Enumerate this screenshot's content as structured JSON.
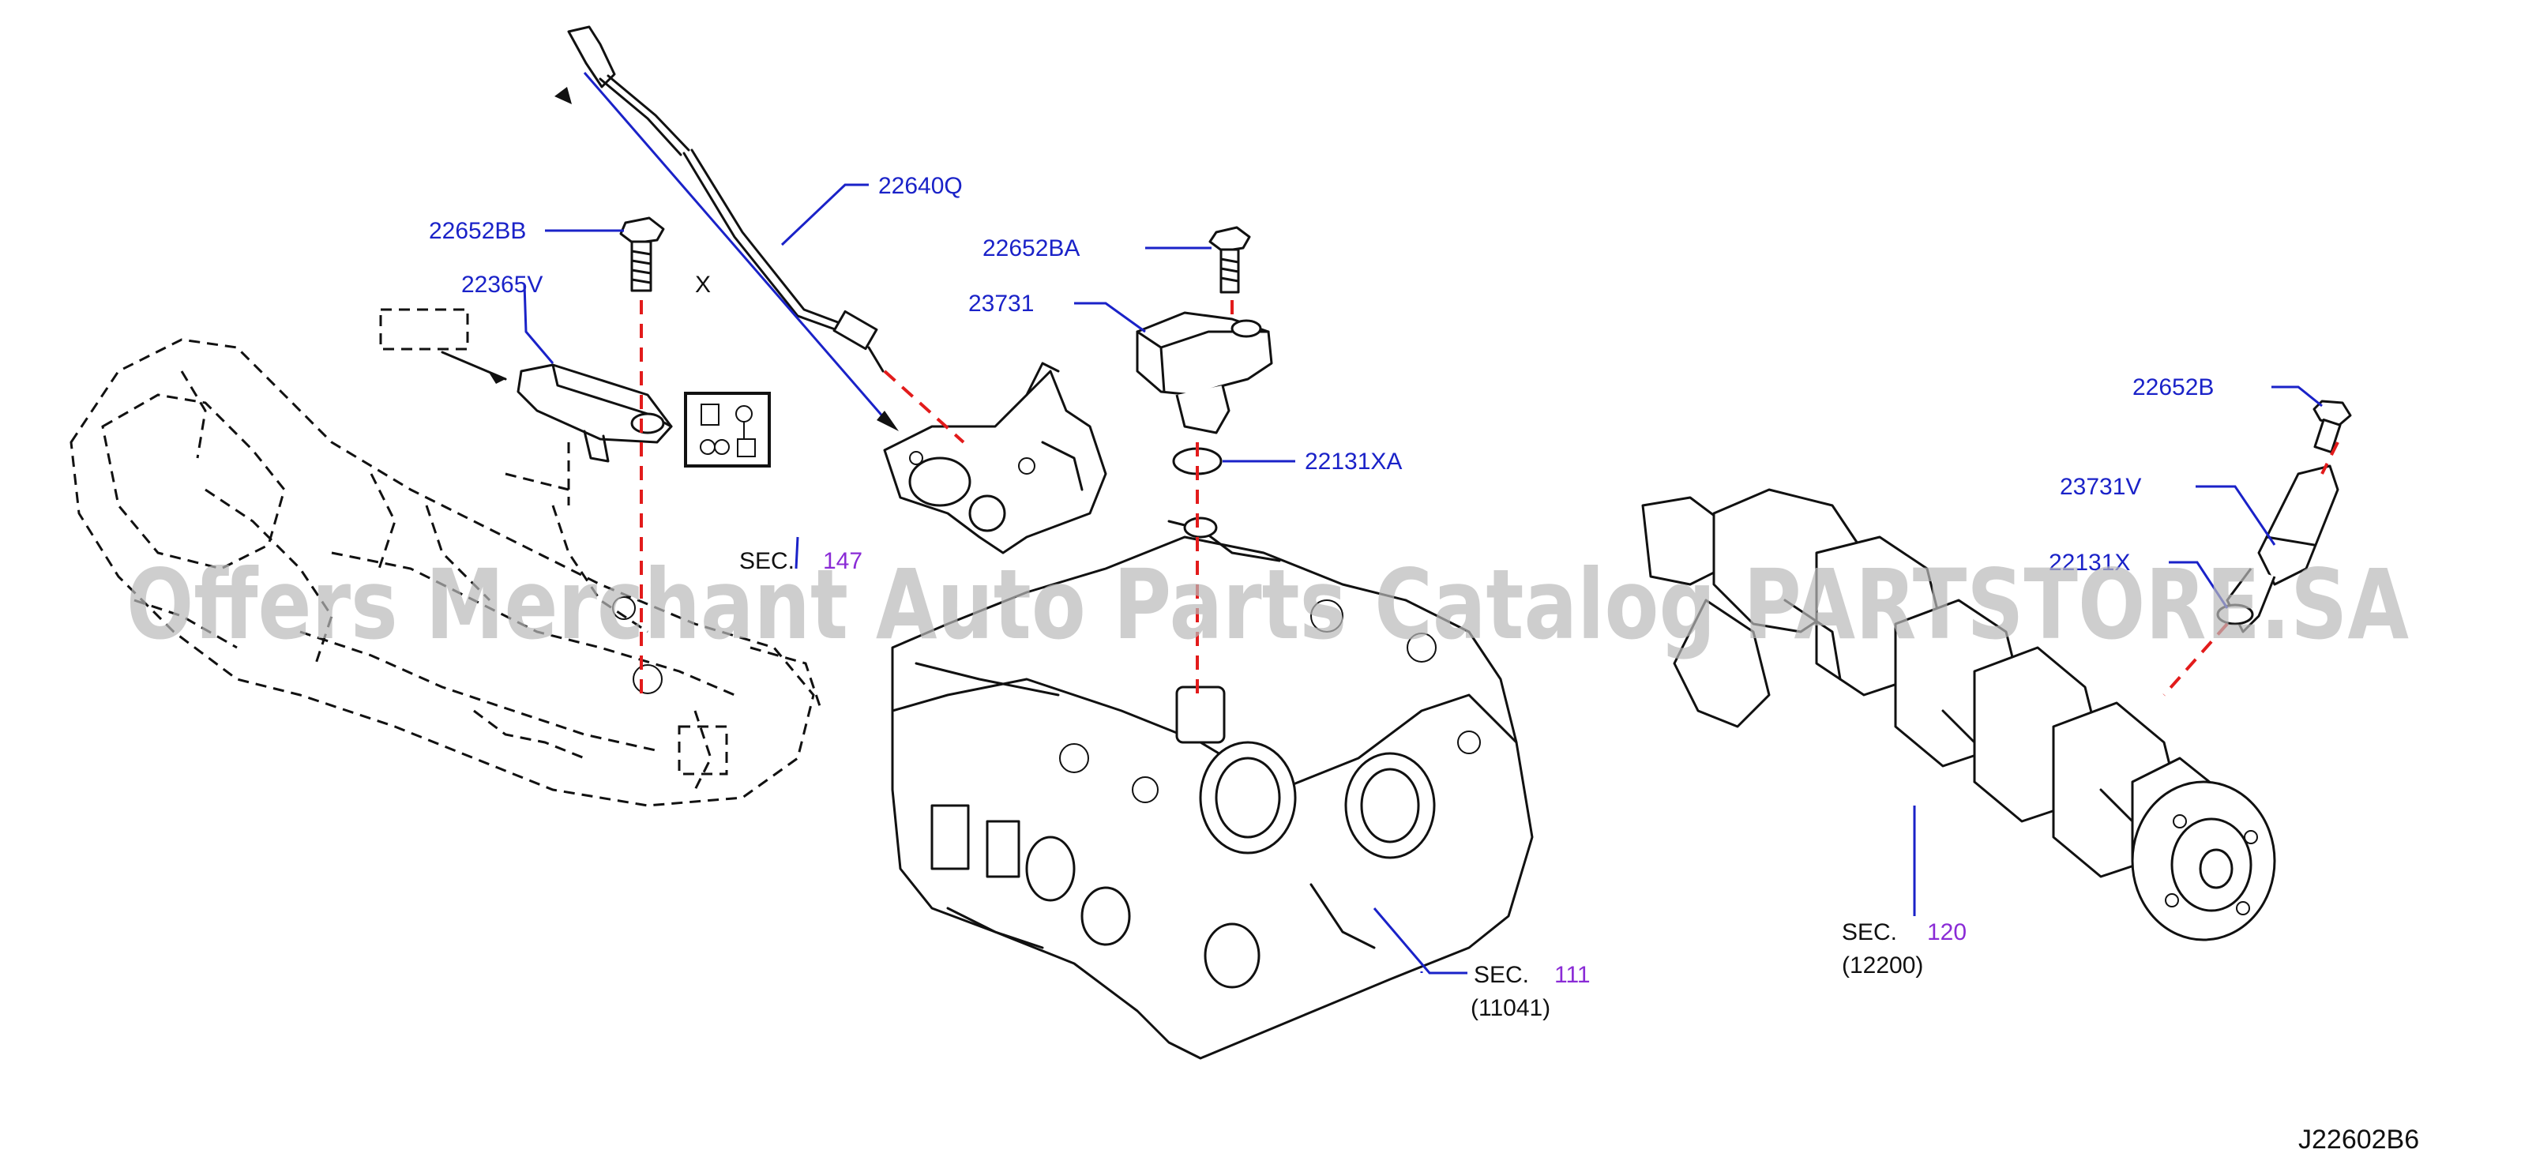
{
  "parts": {
    "p22640Q": "22640Q",
    "p22652BB": "22652BB",
    "p22365V": "22365V",
    "pX": "X",
    "p22652BA": "22652BA",
    "p23731": "23731",
    "p22131XA": "22131XA",
    "p22652B": "22652B",
    "p23731V": "23731V",
    "p22131X": "22131X"
  },
  "sections": {
    "s147": {
      "label": "SEC.",
      "number": "147"
    },
    "s111": {
      "label": "SEC.",
      "number": "111",
      "sub": "(11041)"
    },
    "s120": {
      "label": "SEC.",
      "number": "120",
      "sub": "(12200)"
    }
  },
  "diagram_ref": "J22602B6",
  "watermark": "Offers Merchant Auto Parts Catalog PARTSTORE.SA",
  "colors": {
    "part_label": "#1a22c8",
    "section_number": "#8a2bd6",
    "center_line": "#e21b1b",
    "watermark": "#b9b9b9"
  }
}
